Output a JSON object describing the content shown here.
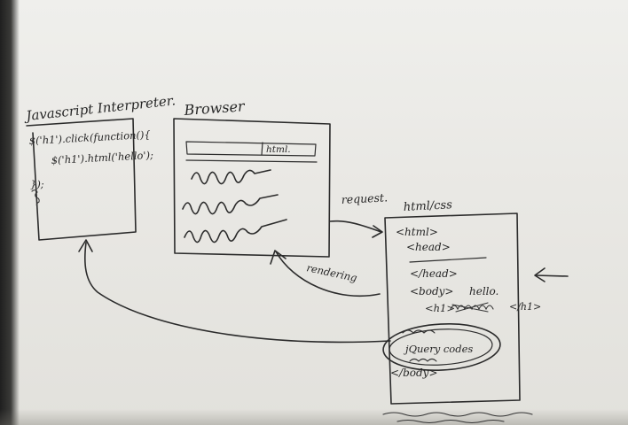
{
  "interpreter": {
    "title": "Javascript Interpreter.",
    "code_lines": [
      "$('h1').click(function(){",
      "$('h1').html('hello');",
      "});"
    ]
  },
  "browser": {
    "title": "Browser",
    "address_text": "html."
  },
  "arrows": {
    "request_label": "request.",
    "rendering_label": "rendering"
  },
  "html_css": {
    "title": "html/css",
    "lines": [
      "<html>",
      "<head>",
      "</head>",
      "<body>",
      "hello.",
      "<h1>",
      "</h1>",
      "jQuery codes",
      "</body>"
    ]
  }
}
